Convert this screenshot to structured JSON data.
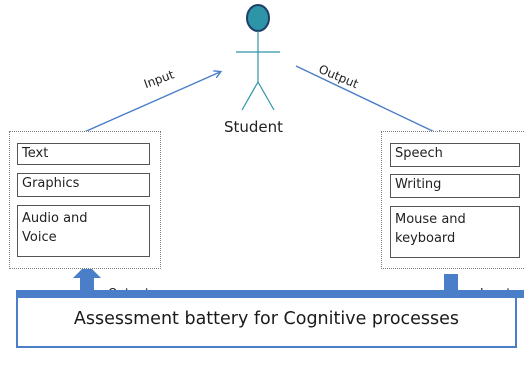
{
  "student": {
    "label": "Student"
  },
  "flows": {
    "input_top": "Input",
    "output_top": "Output",
    "output_bottom": "Output",
    "input_bottom": "Input"
  },
  "left_panel": {
    "items": [
      "Text",
      "Graphics",
      "Audio and\nVoice"
    ]
  },
  "right_panel": {
    "items": [
      "Speech",
      "Writing",
      "Mouse and\nkeyboard"
    ]
  },
  "assessment": {
    "label": "Assessment battery for Cognitive processes"
  },
  "colors": {
    "head_fill": "#2e94a7",
    "head_stroke": "#1f3f6a",
    "arrow": "#4a7ec8",
    "bar": "#4a7ec8"
  }
}
